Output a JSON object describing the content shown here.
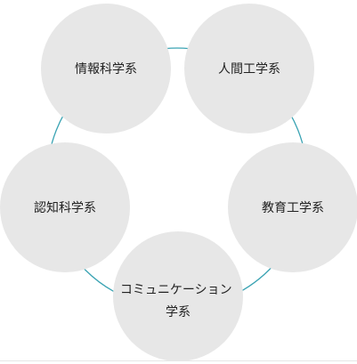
{
  "diagram": {
    "type": "cycle",
    "colors": {
      "node_fill": "#e7e7e7",
      "connector": "#3aa3b3",
      "label": "#222222"
    },
    "nodes": [
      {
        "label_lines": [
          "情報科学系"
        ]
      },
      {
        "label_lines": [
          "人間工学系"
        ]
      },
      {
        "label_lines": [
          "教育工学系"
        ]
      },
      {
        "label_lines": [
          "コミュニケーション",
          "学系"
        ]
      },
      {
        "label_lines": [
          "認知科学系"
        ]
      }
    ]
  }
}
